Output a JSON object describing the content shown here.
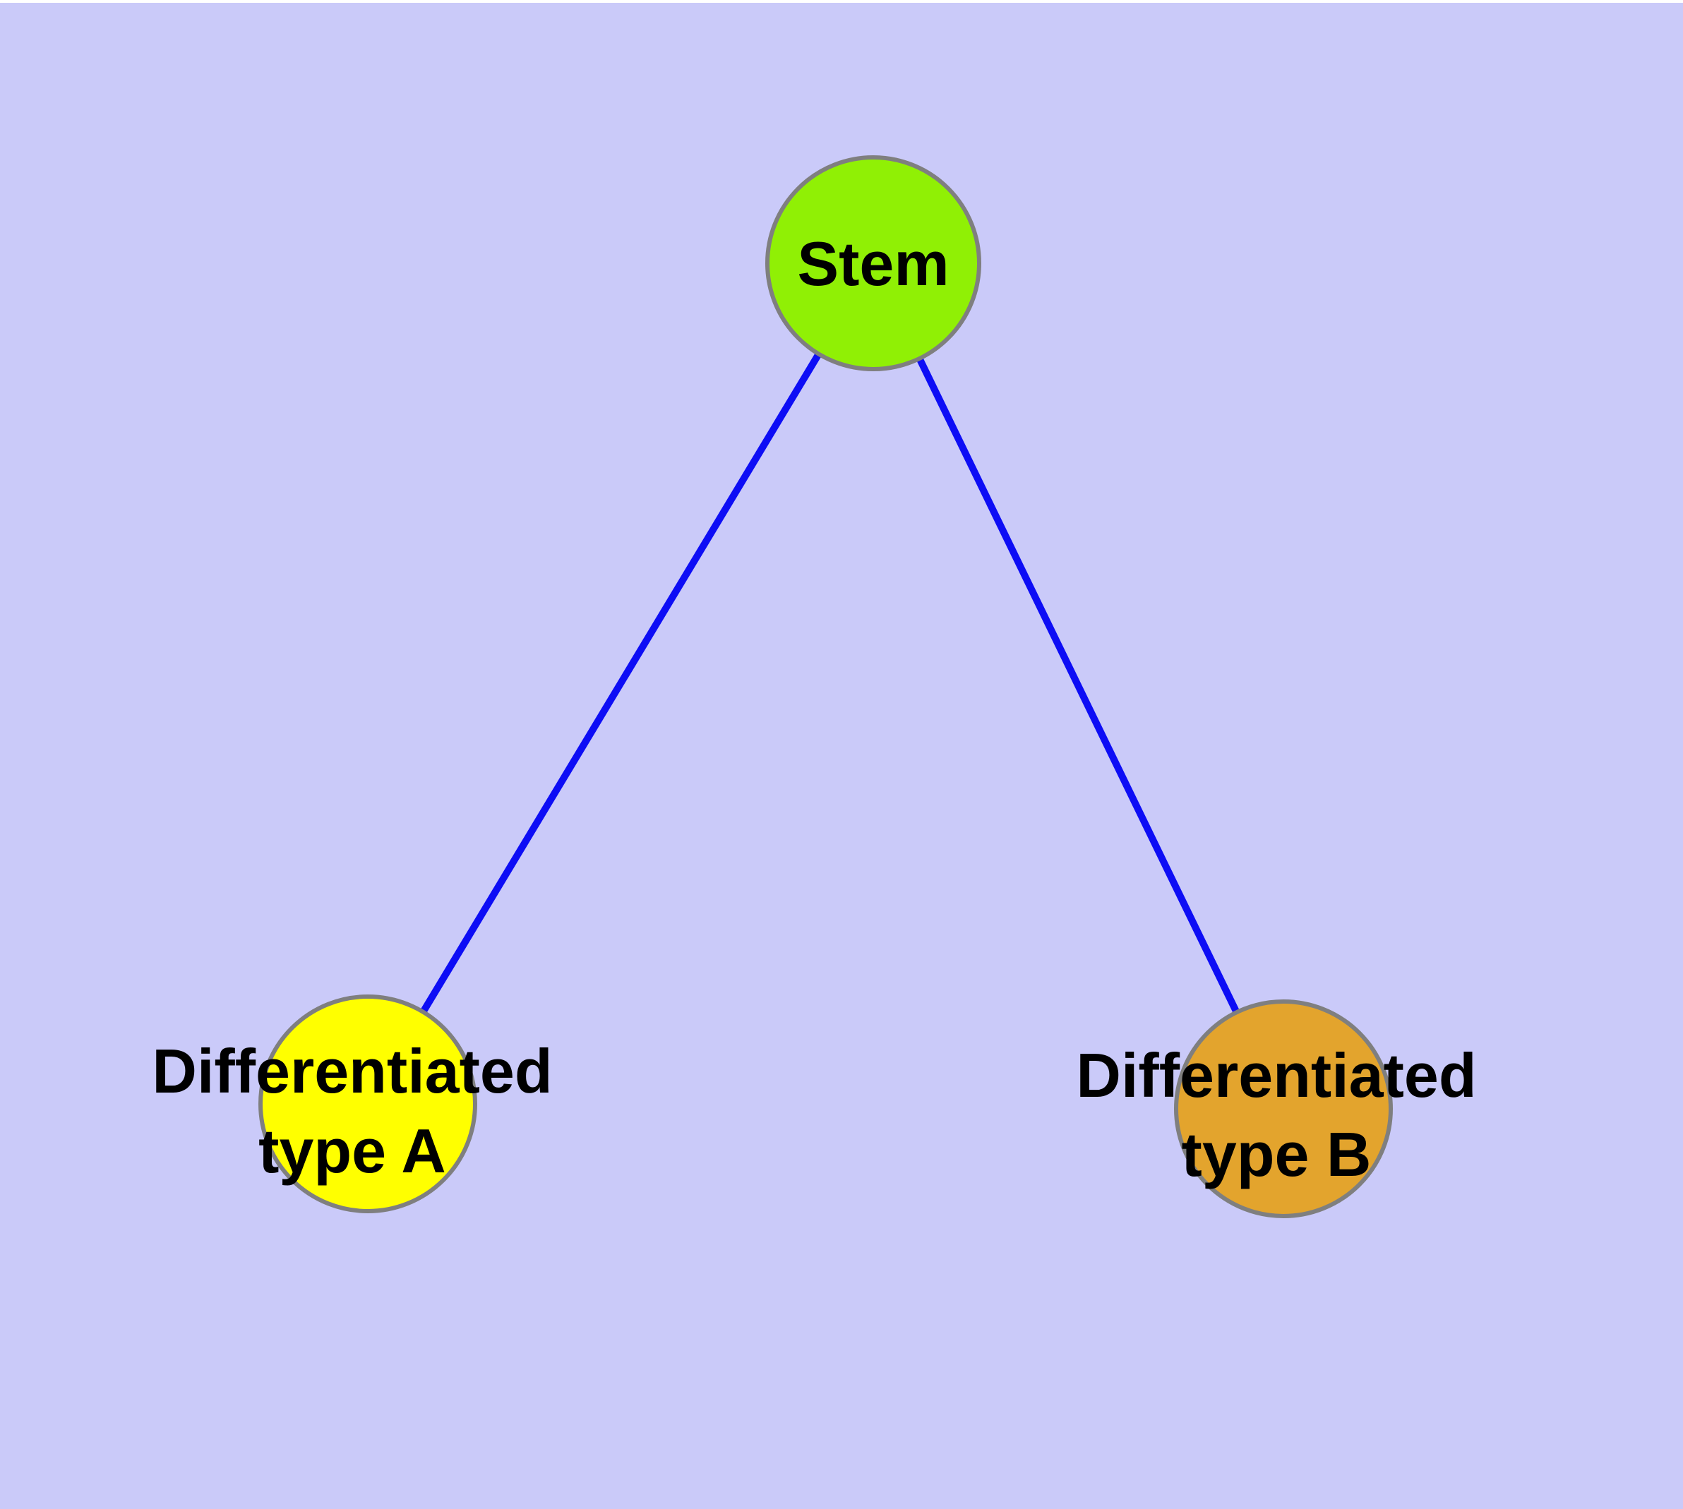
{
  "diagram": {
    "background_color": "#CACAF9",
    "top_margin_color": "#FFFFFF",
    "edge_color": "#0D0DF5",
    "node_border_color": "#7F7F7F",
    "text_color": "#000000",
    "nodes": [
      {
        "id": "stem",
        "label": "Stem",
        "line1": "Stem",
        "line2": "",
        "fill": "#90F005"
      },
      {
        "id": "differentiated-type-a",
        "label": "Differentiated type A",
        "line1": "Differentiated",
        "line2": "type A",
        "fill": "#FFFF00"
      },
      {
        "id": "differentiated-type-b",
        "label": "Differentiated type B",
        "line1": "Differentiated",
        "line2": "type B",
        "fill": "#E3A42D"
      }
    ],
    "edges": [
      {
        "from": "Stem",
        "to": "Differentiated type A"
      },
      {
        "from": "Stem",
        "to": "Differentiated type B"
      }
    ]
  }
}
